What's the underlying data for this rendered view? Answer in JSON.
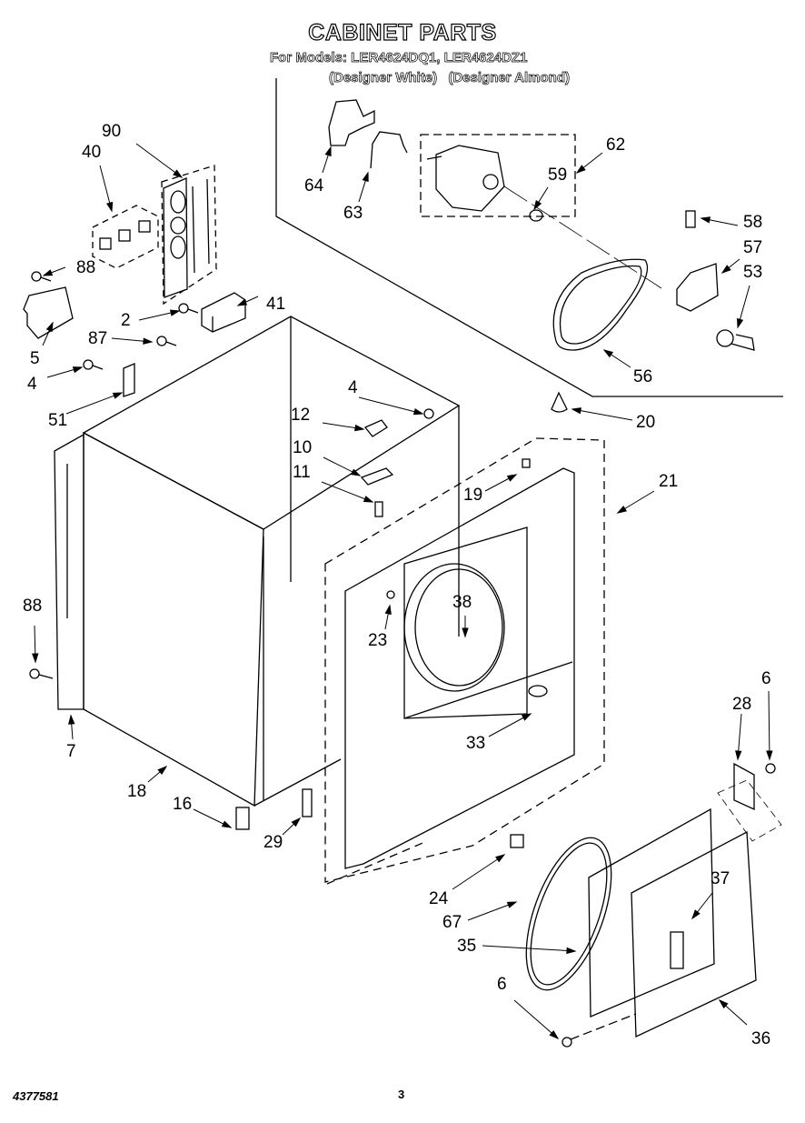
{
  "header": {
    "title": "CABINET PARTS",
    "models_line": "For Models: LER4624DQ1, LER4624DZ1",
    "color_variants": [
      "(Designer White)",
      "(Designer Almond)"
    ]
  },
  "footer": {
    "document_number": "4377581",
    "page_number": "3"
  },
  "parts": [
    {
      "id": "p90",
      "number": "90"
    },
    {
      "id": "p40",
      "number": "40"
    },
    {
      "id": "p88a",
      "number": "88"
    },
    {
      "id": "p41",
      "number": "41"
    },
    {
      "id": "p5",
      "number": "5"
    },
    {
      "id": "p2",
      "number": "2"
    },
    {
      "id": "p87",
      "number": "87"
    },
    {
      "id": "p4a",
      "number": "4"
    },
    {
      "id": "p51",
      "number": "51"
    },
    {
      "id": "p64",
      "number": "64"
    },
    {
      "id": "p63",
      "number": "63"
    },
    {
      "id": "p62",
      "number": "62"
    },
    {
      "id": "p59",
      "number": "59"
    },
    {
      "id": "p58",
      "number": "58"
    },
    {
      "id": "p57",
      "number": "57"
    },
    {
      "id": "p53",
      "number": "53"
    },
    {
      "id": "p56",
      "number": "56"
    },
    {
      "id": "p4b",
      "number": "4"
    },
    {
      "id": "p20",
      "number": "20"
    },
    {
      "id": "p12",
      "number": "12"
    },
    {
      "id": "p10",
      "number": "10"
    },
    {
      "id": "p11",
      "number": "11"
    },
    {
      "id": "p19",
      "number": "19"
    },
    {
      "id": "p21",
      "number": "21"
    },
    {
      "id": "p88b",
      "number": "88"
    },
    {
      "id": "p23",
      "number": "23"
    },
    {
      "id": "p38",
      "number": "38"
    },
    {
      "id": "p6a",
      "number": "6"
    },
    {
      "id": "p28",
      "number": "28"
    },
    {
      "id": "p7",
      "number": "7"
    },
    {
      "id": "p33",
      "number": "33"
    },
    {
      "id": "p18",
      "number": "18"
    },
    {
      "id": "p16",
      "number": "16"
    },
    {
      "id": "p29",
      "number": "29"
    },
    {
      "id": "p37",
      "number": "37"
    },
    {
      "id": "p24",
      "number": "24"
    },
    {
      "id": "p67",
      "number": "67"
    },
    {
      "id": "p35",
      "number": "35"
    },
    {
      "id": "p6b",
      "number": "6"
    },
    {
      "id": "p36",
      "number": "36"
    }
  ]
}
